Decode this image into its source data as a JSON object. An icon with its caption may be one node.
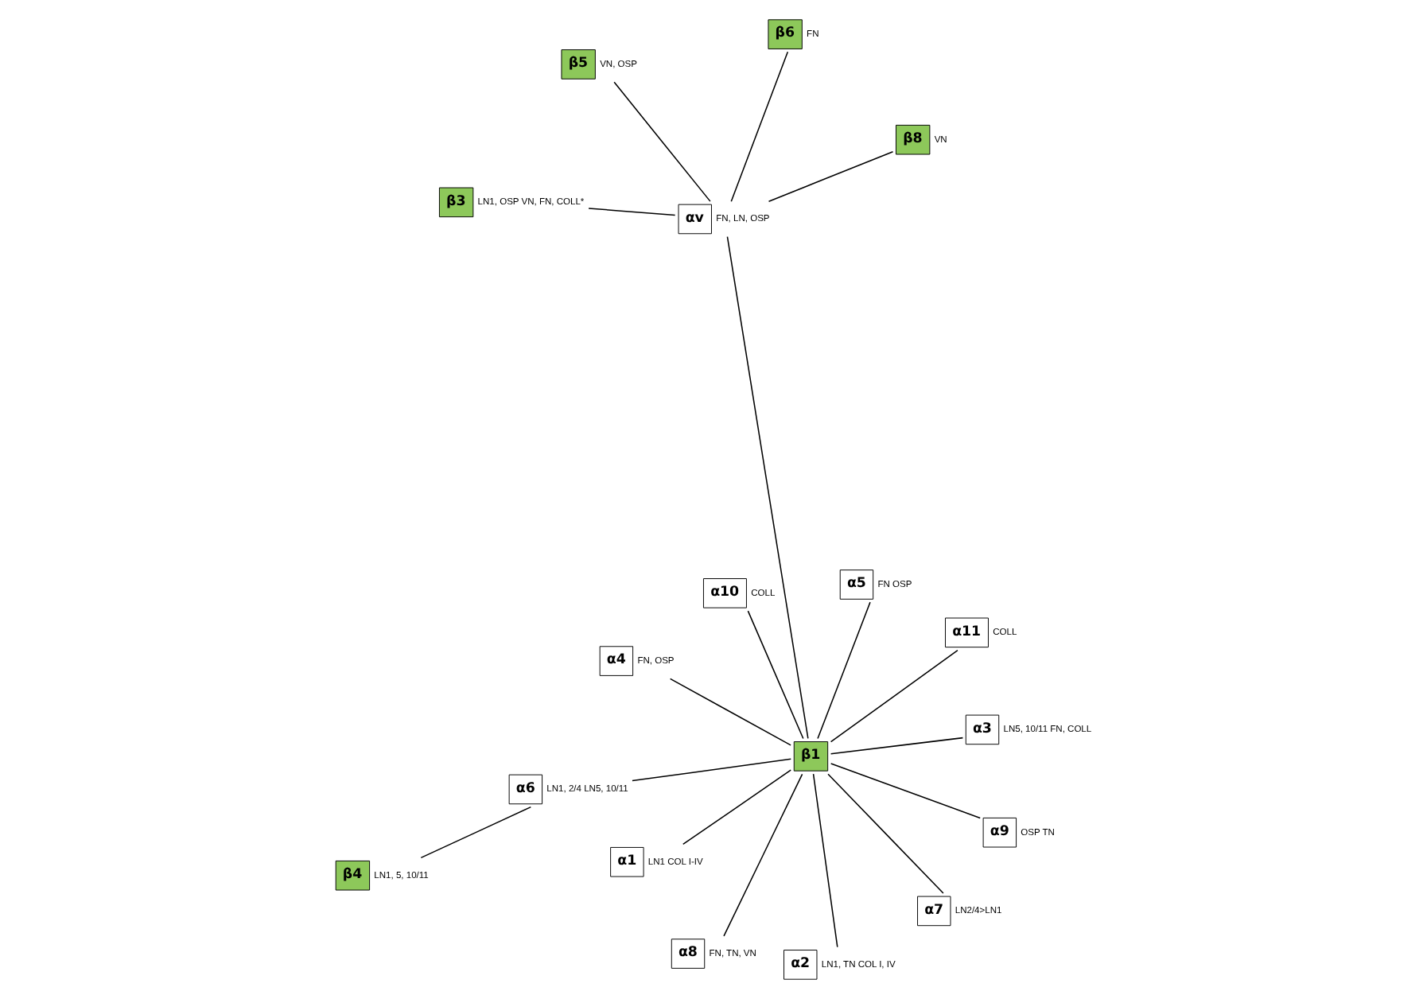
{
  "diagram": {
    "nodes": [
      {
        "text": [
          "α1"
        ],
        "beside": [
          "LN1 COL I-IV"
        ]
      },
      {
        "text": [
          "α11"
        ],
        "beside": [
          "COLL"
        ]
      },
      {
        "text": [
          "α2"
        ],
        "beside": [
          "LN1, TN COL I, IV"
        ]
      },
      {
        "text": [
          "α10"
        ],
        "beside": [
          "COLL"
        ]
      },
      {
        "text": [
          "α5"
        ],
        "beside": [
          "FN OSP"
        ]
      },
      {
        "text": [
          "β5"
        ],
        "beside": [
          "VN, OSP"
        ]
      },
      {
        "text": [
          "β3"
        ],
        "beside": [
          "LN1, OSP VN, FN, COLL*"
        ]
      },
      {
        "text": [
          "α9"
        ],
        "beside": [
          "OSP TN"
        ]
      },
      {
        "text": [
          "β1"
        ]
      },
      {
        "text": [
          "αv"
        ],
        "beside": [
          "FN, LN, OSP"
        ]
      },
      {
        "text": [
          "α8"
        ],
        "beside": [
          "FN, TN, VN"
        ]
      },
      {
        "text": [
          "α4"
        ],
        "beside": [
          "FN, OSP"
        ]
      },
      {
        "text": [
          "α3"
        ],
        "beside": [
          "LN5, 10/11 FN, COLL"
        ]
      },
      {
        "text": [
          "β8"
        ],
        "beside": [
          "VN"
        ]
      },
      {
        "text": [
          "β6"
        ],
        "beside": [
          "FN"
        ]
      },
      {
        "text": [
          "α7"
        ],
        "beside": [
          "LN2/4>LN1"
        ]
      },
      {
        "text": [
          "α6"
        ],
        "beside": [
          "LN1, 2/4 LN5, 10/11"
        ]
      },
      {
        "text": [
          "β4"
        ],
        "beside": [
          "LN1, 5, 10/11"
        ]
      }
    ],
    "edges": [
      {
        "from": 8,
        "to": 0,
        "arrow": "none"
      },
      {
        "from": 8,
        "to": 1,
        "arrow": "none"
      },
      {
        "from": 8,
        "to": 2,
        "arrow": "none"
      },
      {
        "from": 8,
        "to": 3,
        "arrow": "none"
      },
      {
        "from": 8,
        "to": 4,
        "arrow": "none"
      },
      {
        "from": 8,
        "to": 7,
        "arrow": "none"
      },
      {
        "from": 8,
        "to": 9,
        "arrow": "none"
      },
      {
        "from": 8,
        "to": 10,
        "arrow": "none"
      },
      {
        "from": 8,
        "to": 11,
        "arrow": "none"
      },
      {
        "from": 8,
        "to": 12,
        "arrow": "none"
      },
      {
        "from": 8,
        "to": 15,
        "arrow": "none"
      },
      {
        "from": 8,
        "to": 16,
        "arrow": "none"
      },
      {
        "from": 16,
        "to": 17,
        "arrow": "none"
      },
      {
        "from": 9,
        "to": 5,
        "arrow": "none"
      },
      {
        "from": 9,
        "to": 6,
        "arrow": "none"
      },
      {
        "from": 9,
        "to": 13,
        "arrow": "none"
      },
      {
        "from": 9,
        "to": 14,
        "arrow": "none"
      }
    ]
  }
}
